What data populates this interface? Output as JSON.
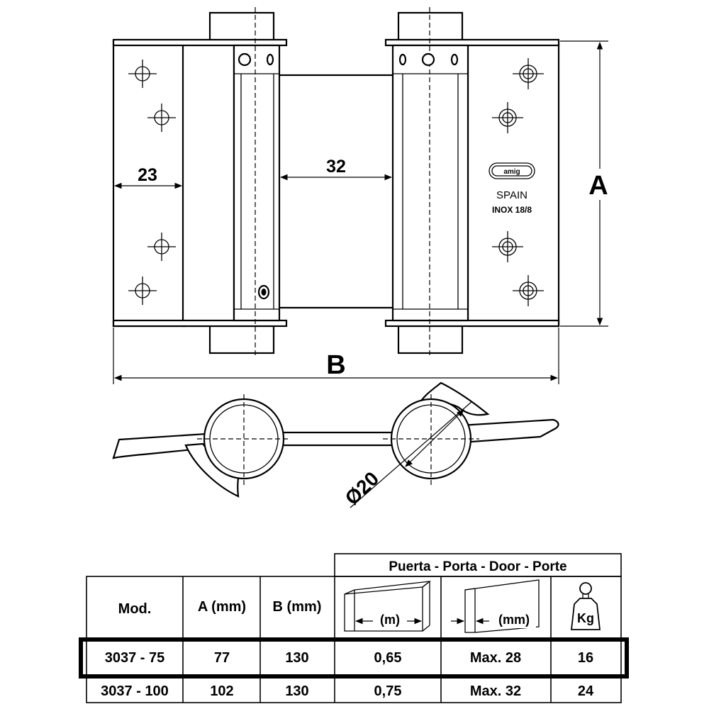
{
  "drawing": {
    "dim_width_leaf": "23",
    "dim_gap": "32",
    "dim_height": "A",
    "dim_total_width": "B",
    "dim_diameter": "Ø20",
    "brand_logo": "amig",
    "origin": "SPAIN",
    "material": "INOX 18/8"
  },
  "table": {
    "group_header": "Puerta - Porta - Door - Porte",
    "headers": {
      "model": "Mod.",
      "a": "A (mm)",
      "b": "B (mm)",
      "door_width": "(m)",
      "door_thickness": "(mm)",
      "weight": "Kg"
    },
    "rows": [
      {
        "model": "3037 - 75",
        "a": "77",
        "b": "130",
        "door_width": "0,65",
        "door_thickness": "Max. 28",
        "weight": "16",
        "highlighted": true
      },
      {
        "model": "3037 - 100",
        "a": "102",
        "b": "130",
        "door_width": "0,75",
        "door_thickness": "Max. 32",
        "weight": "24",
        "highlighted": false
      }
    ]
  }
}
